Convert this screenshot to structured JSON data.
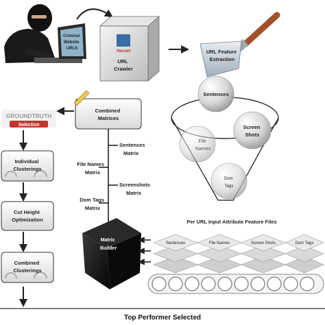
{
  "pipeline": {
    "criminal_screen": [
      "Criminal",
      "Website",
      "URLS"
    ],
    "crawler_logo": "Hacnet",
    "crawler": [
      "URL",
      "Crawler"
    ],
    "feature_extraction": [
      "URL Feature",
      "Extraction"
    ],
    "funnel_features": {
      "sentences": "Sentences",
      "file_names": [
        "File",
        "Names"
      ],
      "screen_shots": [
        "Screen",
        "Shots"
      ],
      "dom_tags": [
        "Dom",
        "Tags"
      ]
    },
    "combined_matrices": [
      "Combined",
      "Matrices"
    ],
    "matrices": {
      "sentences": [
        "Sentences",
        "Matrix"
      ],
      "file_names": [
        "File Names",
        "Matrix"
      ],
      "screenshots": [
        "Screenshots",
        "Matrix"
      ],
      "dom_tags": [
        "Dom Tags",
        "Matrix"
      ]
    },
    "matrix_builder": [
      "Matrix",
      "Builder"
    ],
    "attribute_files_title": "Per URL Input Attribute Feature Files",
    "attribute_files": [
      "Sentences",
      "File Names",
      "Screen Shots",
      "Dom Tags"
    ],
    "groundtruth": {
      "title": "GROUNDTRUTH",
      "subtitle": "Selection"
    },
    "left_steps": {
      "individual_clusterings": [
        "Individual",
        "Clusterings"
      ],
      "cut_height": [
        "Cut Height",
        "Optimization"
      ],
      "combined_clusterings": [
        "Combined",
        "Clusterings"
      ]
    },
    "final_result": "Top Performer Selected"
  },
  "colors": {
    "accent": "#c0382b",
    "box_border": "#333333",
    "builder": "#111111"
  }
}
